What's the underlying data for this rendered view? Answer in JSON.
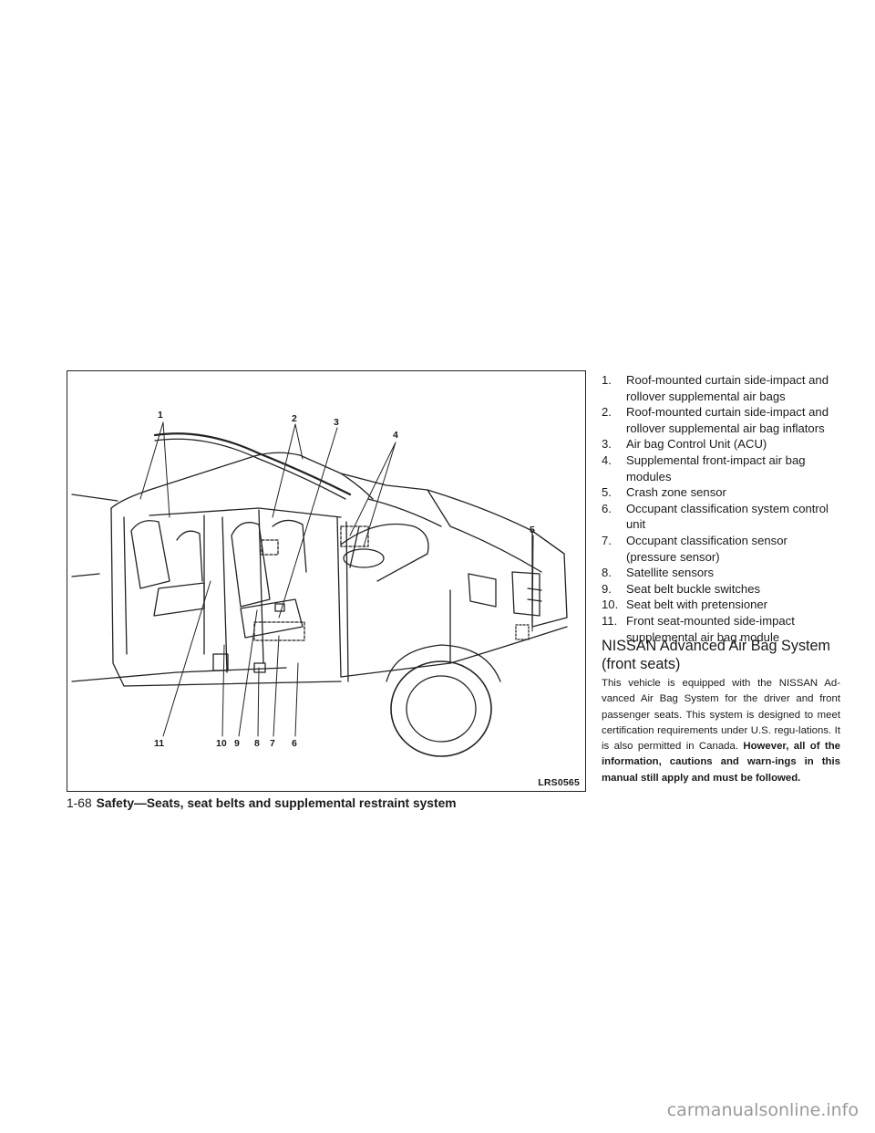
{
  "figure": {
    "code": "LRS0565",
    "callouts": [
      "1",
      "2",
      "3",
      "4",
      "5",
      "11",
      "10",
      "9",
      "8",
      "7",
      "6"
    ]
  },
  "items": [
    {
      "num": "1.",
      "text": "Roof-mounted curtain side-impact and rollover supplemental air bags"
    },
    {
      "num": "2.",
      "text": "Roof-mounted curtain side-impact and rollover supplemental air bag inflators"
    },
    {
      "num": "3.",
      "text": "Air bag Control Unit (ACU)"
    },
    {
      "num": "4.",
      "text": "Supplemental front-impact air bag modules"
    },
    {
      "num": "5.",
      "text": "Crash zone sensor"
    },
    {
      "num": "6.",
      "text": "Occupant classification system control unit"
    },
    {
      "num": "7.",
      "text": "Occupant classification sensor (pressure sensor)"
    },
    {
      "num": "8.",
      "text": "Satellite sensors"
    },
    {
      "num": "9.",
      "text": "Seat belt buckle switches"
    },
    {
      "num": "10.",
      "text": "Seat belt with pretensioner"
    },
    {
      "num": "11.",
      "text": "Front seat-mounted side-impact supplemental air bag module"
    }
  ],
  "heading": "NISSAN Advanced Air Bag System (front seats)",
  "paragraph": {
    "normal": "This vehicle is equipped with the NISSAN Ad-vanced Air Bag System for the driver and front passenger seats. This system is designed to meet certification requirements under U.S. regu-lations. It is also permitted in Canada.",
    "bold": "However, all of the information, cautions and warn-ings in this manual still apply and must be followed."
  },
  "footer": {
    "page": "1-68",
    "section": "Safety—Seats, seat belts and supplemental restraint system"
  },
  "watermark": "carmanualsonline.info"
}
